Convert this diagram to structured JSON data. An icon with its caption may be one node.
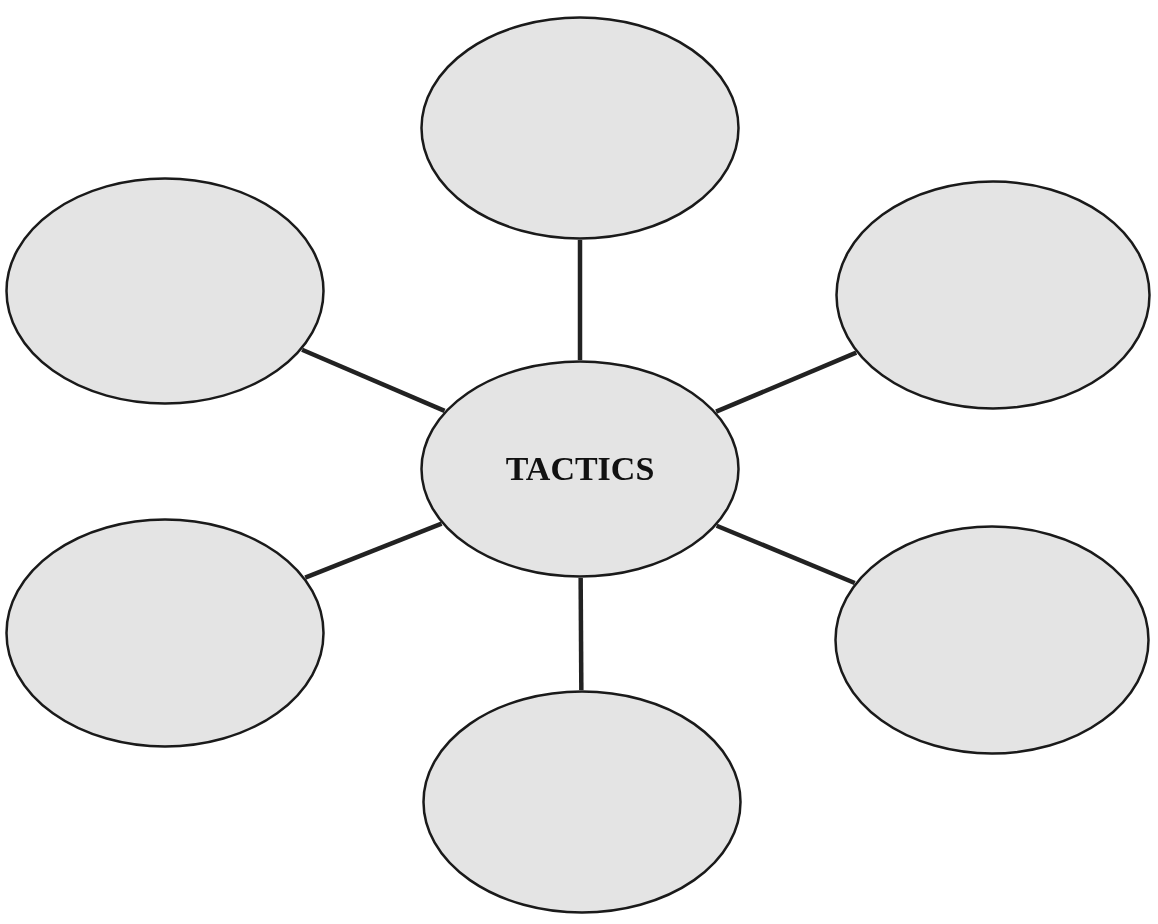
{
  "diagram": {
    "nodes": [
      {
        "text": [
          "TACTICS"
        ]
      },
      {
        "text": [],
        "shape": "ellipse"
      },
      {
        "text": [],
        "shape": "ellipse"
      },
      {
        "text": [],
        "shape": "ellipse"
      },
      {
        "text": [],
        "shape": "ellipse"
      },
      {
        "text": [],
        "shape": "ellipse"
      },
      {
        "text": [],
        "shape": "ellipse"
      }
    ],
    "edges": [
      {
        "from": 0,
        "to": 1,
        "arrow": "none"
      },
      {
        "from": 0,
        "to": 2,
        "arrow": "none"
      },
      {
        "from": 0,
        "to": 3,
        "arrow": "none"
      },
      {
        "from": 0,
        "to": 4,
        "arrow": "none"
      },
      {
        "from": 0,
        "to": 5,
        "arrow": "none"
      },
      {
        "from": 0,
        "to": 6,
        "arrow": "none"
      }
    ]
  }
}
